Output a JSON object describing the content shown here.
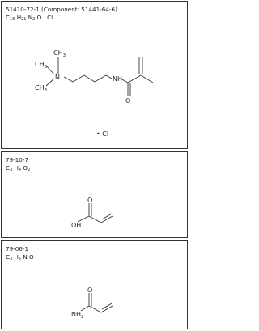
{
  "compounds": [
    {
      "cas_label": "51410-72-1 (Component: 51441-64-6)",
      "formula": [
        {
          "t": "C"
        },
        {
          "s": "16"
        },
        {
          "t": " H"
        },
        {
          "s": "21"
        },
        {
          "t": " N"
        },
        {
          "s": "2"
        },
        {
          "t": " O . Cl"
        }
      ],
      "atoms": {
        "ch3_top": "CH",
        "ch3_top_sub": "3",
        "ch3_left": "CH",
        "ch3_left_sub": "3",
        "ch3_lower": "CH",
        "ch3_lower_sub": "3",
        "n_plus": "N",
        "n_plus_charge": "+",
        "nh": "NH",
        "o": "O"
      },
      "counterion": "• Cl -"
    },
    {
      "cas_label": "79-10-7",
      "formula": [
        {
          "t": "C"
        },
        {
          "s": "3"
        },
        {
          "t": " H"
        },
        {
          "s": "4"
        },
        {
          "t": " O"
        },
        {
          "s": "2"
        }
      ],
      "atoms": {
        "oh": "OH",
        "o": "O"
      }
    },
    {
      "cas_label": "79-06-1",
      "formula": [
        {
          "t": "C"
        },
        {
          "s": "3"
        },
        {
          "t": " H"
        },
        {
          "s": "5"
        },
        {
          "t": " N O"
        }
      ],
      "atoms": {
        "nh2": "NH",
        "nh2_sub": "2",
        "o": "O"
      }
    }
  ]
}
